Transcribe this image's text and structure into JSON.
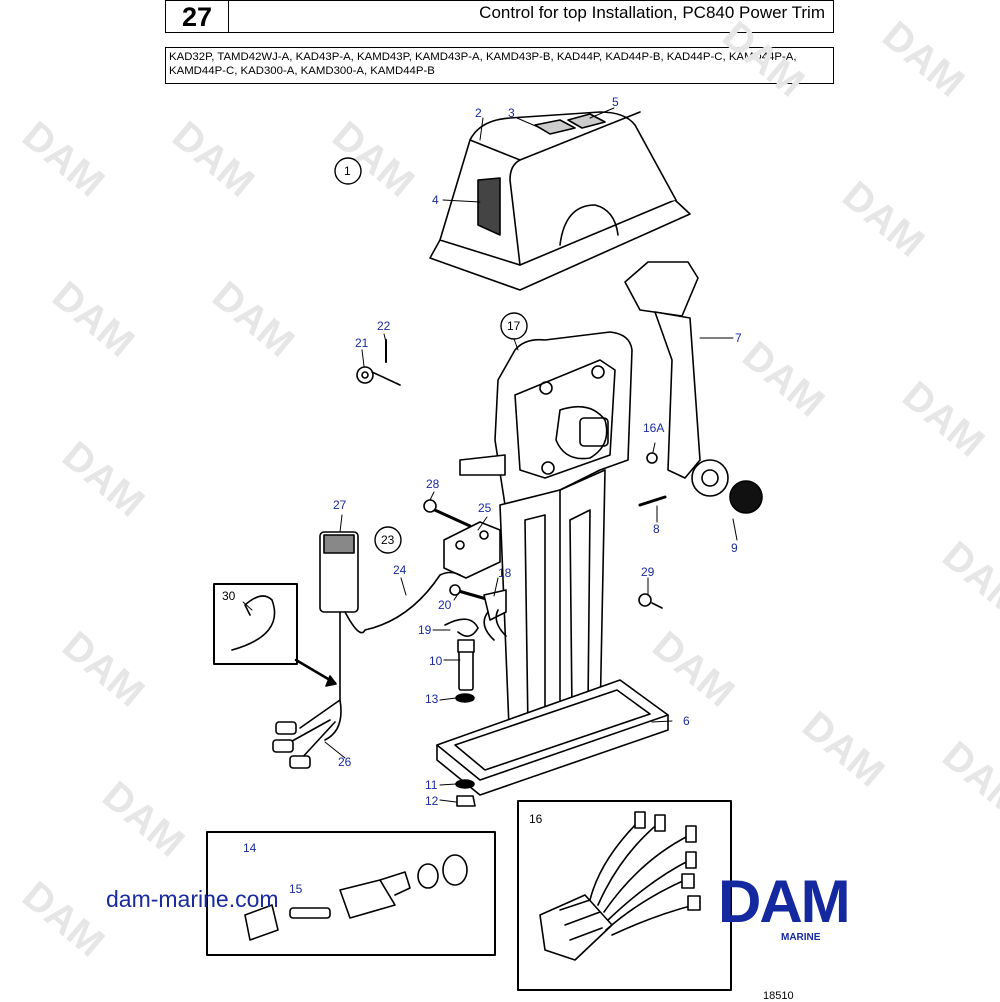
{
  "header": {
    "page_number": "27",
    "title": "Control for top Installation, PC840 Power Trim"
  },
  "models": {
    "line1": "KAD32P, TAMD42WJ-A, KAD43P-A, KAMD43P, KAMD43P-A, KAMD43P-B, KAD44P, KAD44P-B, KAD44P-C, KAMD44P-A,",
    "line2": "KAMD44P-C, KAD300-A, KAMD300-A, KAMD44P-B"
  },
  "watermark_text": "DAM",
  "callouts": {
    "c1": "1",
    "c2": "2",
    "c3": "3",
    "c4": "4",
    "c5": "5",
    "c6": "6",
    "c7": "7",
    "c8": "8",
    "c9": "9",
    "c10": "10",
    "c11": "11",
    "c12": "12",
    "c13": "13",
    "c14": "14",
    "c15": "15",
    "c16": "16",
    "c16a": "16A",
    "c17": "17",
    "c18": "18",
    "c19": "19",
    "c20": "20",
    "c21": "21",
    "c22": "22",
    "c23": "23",
    "c24": "24",
    "c25": "25",
    "c26": "26",
    "c27": "27",
    "c28": "28",
    "c29": "29",
    "c30": "30"
  },
  "website": "dam-marine.com",
  "logo": {
    "main": "DAM",
    "sub": "MARINE"
  },
  "drawing_number": "18510",
  "colors": {
    "callout_blue": "#1a2aa0",
    "logo_blue": "#1428a0",
    "watermark": "#e6e6e6"
  }
}
